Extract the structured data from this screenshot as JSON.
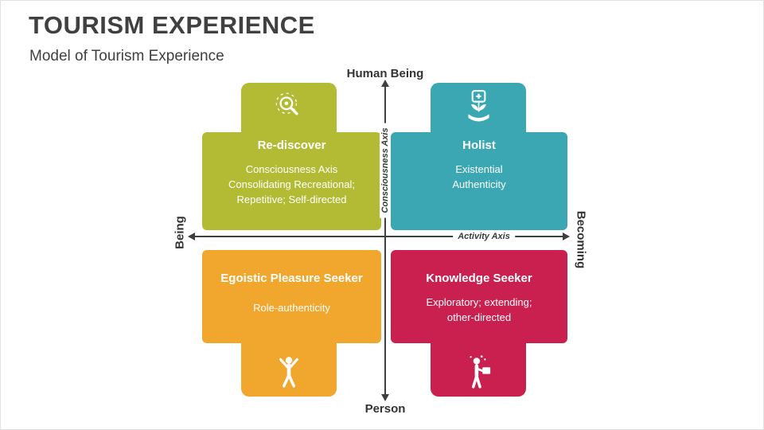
{
  "slide": {
    "title": "TOURISM EXPERIENCE",
    "subtitle": "Model of Tourism Experience"
  },
  "axes": {
    "top_label": "Human Being",
    "bottom_label": "Person",
    "left_label": "Being",
    "right_label": "Becoming",
    "vertical_axis_label": "Consciousness Axis",
    "horizontal_axis_label": "Activity Axis",
    "line_color": "#3f3f3f"
  },
  "quadrants": {
    "top_left": {
      "title": "Re-discover",
      "body": "Consciousness Axis\nConsolidating Recreational;\nRepetitive; Self-directed",
      "color": "#b2bb33",
      "icon": "magnifier-search-icon"
    },
    "top_right": {
      "title": "Holist",
      "body": "Existential\nAuthenticity",
      "color": "#3aa7b3",
      "icon": "hand-plant-icon"
    },
    "bottom_left": {
      "title": "Egoistic Pleasure Seeker",
      "body": "Role-authenticity",
      "color": "#f1a72e",
      "icon": "person-celebrating-icon"
    },
    "bottom_right": {
      "title": "Knowledge Seeker",
      "body": "Exploratory; extending;\nother-directed",
      "color": "#c92050",
      "icon": "person-knowledge-icon"
    }
  }
}
